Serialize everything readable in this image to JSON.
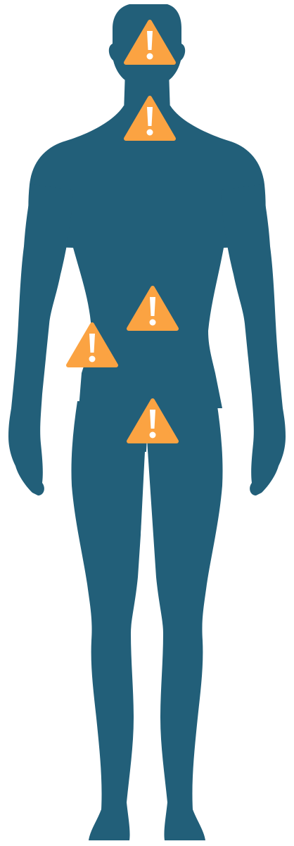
{
  "colors": {
    "background": "#ffffff",
    "silhouette": "#225f79",
    "warning": "#fba342",
    "warning_glyph": "#ffffff"
  },
  "figure": {
    "subject": "human-body-silhouette-front",
    "marker_icon": "warning-triangle-icon",
    "marker_glyph": "!",
    "markers": [
      {
        "name": "warning-marker-head"
      },
      {
        "name": "warning-marker-neck"
      },
      {
        "name": "warning-marker-abdomen"
      },
      {
        "name": "warning-marker-hip"
      },
      {
        "name": "warning-marker-groin"
      }
    ]
  }
}
